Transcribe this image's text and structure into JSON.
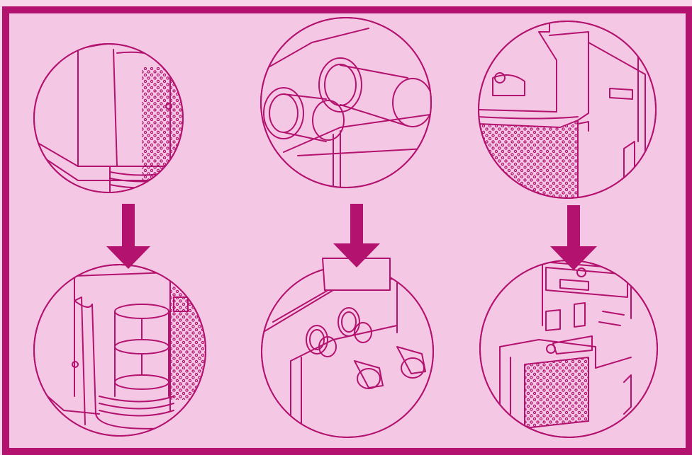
{
  "palette": {
    "background": "#f4c8e4",
    "line": "#b3126f",
    "border": "#b3126f",
    "arrow": "#b3126f",
    "outer": "#f7d8ea"
  },
  "steps": [
    {
      "id": "column-1",
      "before": "cabinet-door-closed",
      "after": "cabinet-door-open-shelves"
    },
    {
      "id": "column-2",
      "before": "cup-dispensers-closeup",
      "after": "cups-removed-panel"
    },
    {
      "id": "column-3",
      "before": "grille-unit-closeup",
      "after": "machine-interior-overview"
    }
  ]
}
